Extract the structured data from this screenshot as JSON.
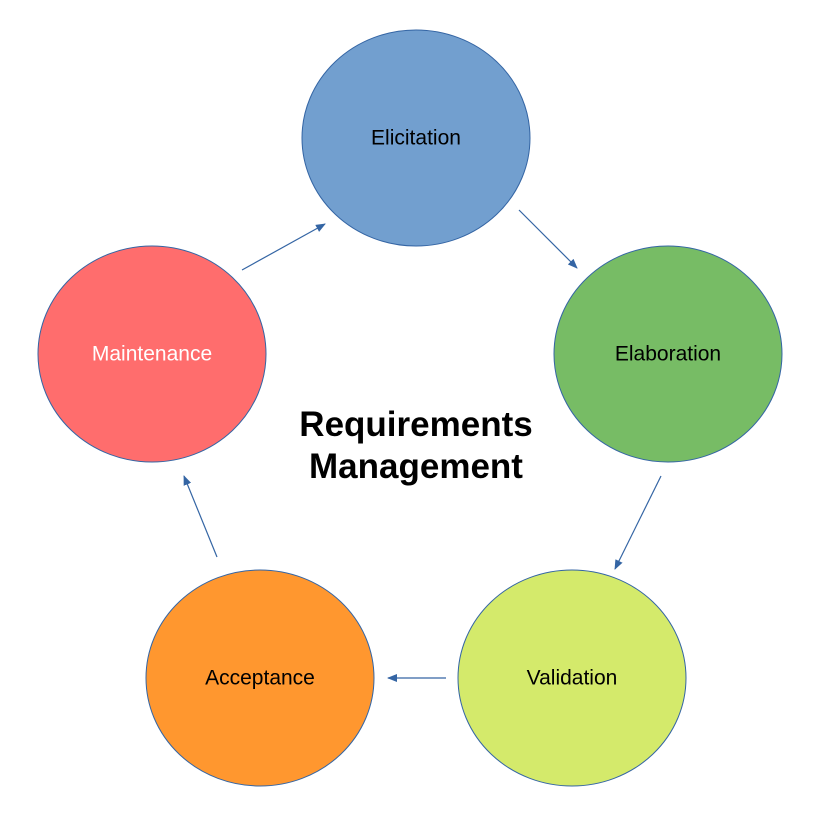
{
  "diagram": {
    "title_line1": "Requirements",
    "title_line2": "Management",
    "stages": [
      {
        "id": "elicitation",
        "label": "Elicitation",
        "fill": "#729fcf",
        "stroke": "#3465a4",
        "text_color": "#000000"
      },
      {
        "id": "elaboration",
        "label": "Elaboration",
        "fill": "#77bc65",
        "stroke": "#3465a4",
        "text_color": "#000000"
      },
      {
        "id": "validation",
        "label": "Validation",
        "fill": "#d4ea6b",
        "stroke": "#3465a4",
        "text_color": "#000000"
      },
      {
        "id": "acceptance",
        "label": "Acceptance",
        "fill": "#ff972f",
        "stroke": "#3465a4",
        "text_color": "#000000"
      },
      {
        "id": "maintenance",
        "label": "Maintenance",
        "fill": "#ff6d6d",
        "stroke": "#3465a4",
        "text_color": "#ffffff"
      }
    ],
    "arrows": [
      {
        "from": "elicitation",
        "to": "elaboration"
      },
      {
        "from": "elaboration",
        "to": "validation"
      },
      {
        "from": "validation",
        "to": "acceptance"
      },
      {
        "from": "acceptance",
        "to": "maintenance"
      },
      {
        "from": "maintenance",
        "to": "elicitation"
      }
    ],
    "arrow_color": "#3465a4"
  }
}
